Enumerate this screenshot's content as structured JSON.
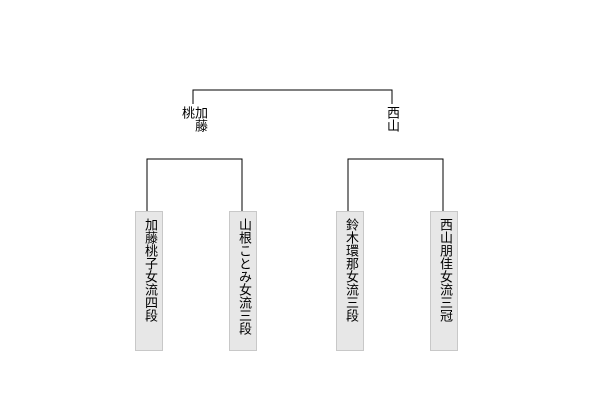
{
  "bracket": {
    "final": {
      "finalists": [
        "加藤桃",
        "西山"
      ]
    },
    "semifinals": [
      {
        "winner": "加藤桃",
        "players": [
          "加藤桃子女流四段",
          "山根ことみ女流三段"
        ]
      },
      {
        "winner": "西山",
        "players": [
          "鈴木環那女流三段",
          "西山朋佳女流三冠"
        ]
      }
    ]
  },
  "colors": {
    "line": "#000000",
    "box_fill": "#e7e7e7",
    "box_border": "#c8c8c8"
  }
}
